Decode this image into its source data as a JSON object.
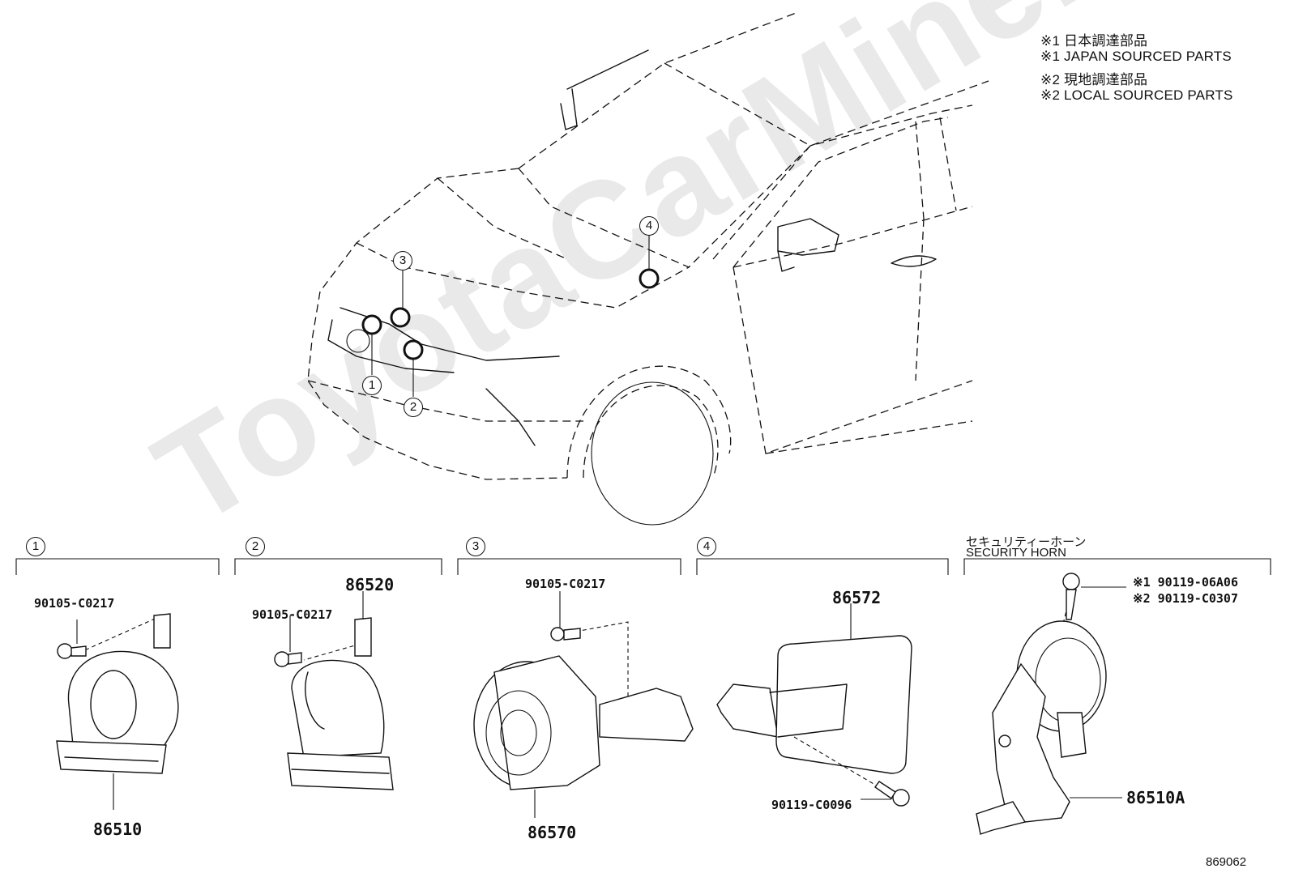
{
  "notes": [
    "※1 日本調達部品",
    "※1 JAPAN SOURCED PARTS",
    "※2 現地調達部品",
    "※2 LOCAL SOURCED PARTS"
  ],
  "watermark": "ToyotaCarMine.ru",
  "car_callouts": [
    "1",
    "2",
    "3",
    "4"
  ],
  "sections": [
    {
      "number": "1",
      "parts": {
        "bolt": "90105-C0217",
        "main": "86510"
      }
    },
    {
      "number": "2",
      "parts": {
        "bolt": "90105-C0217",
        "main": "86520"
      }
    },
    {
      "number": "3",
      "parts": {
        "bolt": "90105-C0217",
        "main": "86570"
      }
    },
    {
      "number": "4",
      "parts": {
        "main": "86572",
        "bolt": "90119-C0096"
      }
    },
    {
      "title_jp": "セキュリティーホーン",
      "title_en": "SECURITY HORN",
      "parts": {
        "bolt1": "※1 90119-06A06",
        "bolt2": "※2 90119-C0307",
        "main": "86510A"
      }
    }
  ],
  "diagram_id": "869062"
}
